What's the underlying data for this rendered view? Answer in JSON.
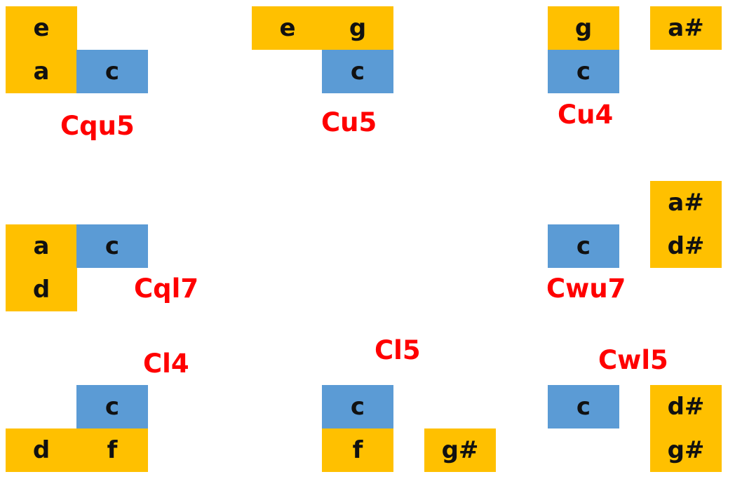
{
  "colors": {
    "note": "#FFC000",
    "root": "#5B9BD5",
    "label": "#FF0000"
  },
  "groups": [
    {
      "label": "Cqu5",
      "notes": [
        "e",
        "a",
        "c"
      ]
    },
    {
      "label": "Cu5",
      "notes": [
        "e",
        "g",
        "c"
      ]
    },
    {
      "label": "Cu4",
      "notes": [
        "g",
        "c",
        "a#"
      ]
    },
    {
      "label": "Cql7",
      "notes": [
        "a",
        "c",
        "d"
      ]
    },
    {
      "label": "Cwu7",
      "notes": [
        "a#",
        "c",
        "d#"
      ]
    },
    {
      "label": "Cl4",
      "notes": [
        "c",
        "d",
        "f"
      ]
    },
    {
      "label": "Cl5",
      "notes": [
        "c",
        "f",
        "g#"
      ]
    },
    {
      "label": "Cwl5",
      "notes": [
        "c",
        "d#",
        "g#"
      ]
    }
  ]
}
